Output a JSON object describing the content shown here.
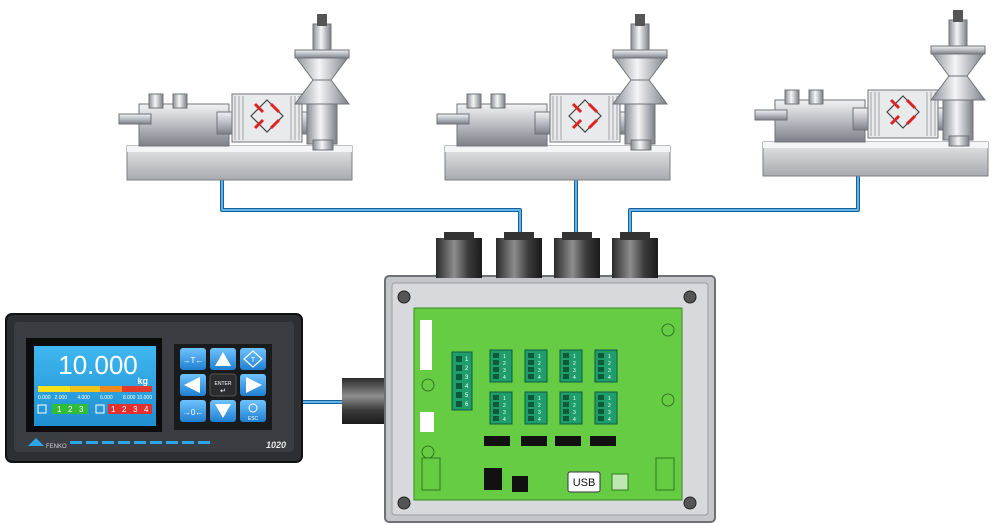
{
  "indicator": {
    "weight_value": "10.000",
    "weight_unit": "kg",
    "scale_ticks": [
      "0.000",
      "2.000",
      "4.000",
      "6.000",
      "8.000",
      "10.000"
    ],
    "setpoints_in": [
      "1",
      "2",
      "3"
    ],
    "setpoints_out": [
      "1",
      "2",
      "3",
      "4"
    ],
    "model": "1020",
    "brand": "FENKO",
    "keys": {
      "tare": "→T←",
      "tare_alt": "T",
      "zero": "→0←",
      "enter": "ENTER",
      "esc": "ESC"
    }
  },
  "junction_box": {
    "usb_label": "USB",
    "terminal_numbers": [
      "1",
      "2",
      "3",
      "4"
    ],
    "input_terminal_numbers": [
      "1",
      "2",
      "3",
      "4",
      "5",
      "6"
    ]
  },
  "colors": {
    "pcb_green": "#66cc44",
    "cable_blue": "#2f86c8",
    "display_blue": "#2aa7e6",
    "enclosure_gray": "#c9cbcf"
  }
}
